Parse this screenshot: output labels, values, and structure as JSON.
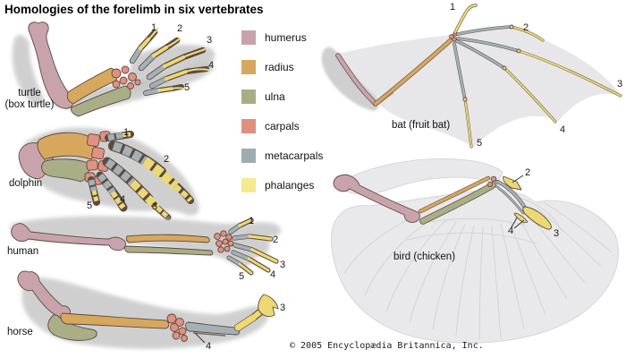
{
  "title": "Homologies of the forelimb in six vertebrates",
  "palette": {
    "humerus": "#c9a3ab",
    "radius": "#d7a75d",
    "ulna": "#a9ae87",
    "carpals": "#e29080",
    "metacarpals": "#a3b1b7",
    "phalanges": "#ecd973",
    "outline": "#5b4a40",
    "shadow": "#c4c4c4",
    "membrane": "#e7e7e9",
    "feathers": "#e9e9eb"
  },
  "legend": {
    "items": [
      {
        "label": "humerus",
        "color": "#c8a2aa"
      },
      {
        "label": "radius",
        "color": "#d6a75c"
      },
      {
        "label": "ulna",
        "color": "#a8ad86"
      },
      {
        "label": "carpals",
        "color": "#e18f7f"
      },
      {
        "label": "metacarpals",
        "color": "#9dacb2"
      },
      {
        "label": "phalanges",
        "color": "#f5ea8f"
      }
    ]
  },
  "animals": {
    "turtle": {
      "label": "turtle",
      "sublabel": "(box turtle)",
      "digits": [
        "1",
        "2",
        "3",
        "4",
        "5"
      ]
    },
    "dolphin": {
      "label": "dolphin",
      "digits": [
        "1",
        "2",
        "3",
        "4",
        "5"
      ]
    },
    "human": {
      "label": "human",
      "digits": [
        "1",
        "2",
        "3",
        "4",
        "5"
      ]
    },
    "horse": {
      "label": "horse",
      "digits": [
        "3",
        "4"
      ]
    },
    "bat": {
      "label": "bat (fruit bat)",
      "digits": [
        "1",
        "2",
        "3",
        "4",
        "5"
      ]
    },
    "bird": {
      "label": "bird (chicken)",
      "digits": [
        "2",
        "3",
        "4"
      ]
    }
  },
  "copyright": "© 2005 Encyclopædia Britannica, Inc."
}
